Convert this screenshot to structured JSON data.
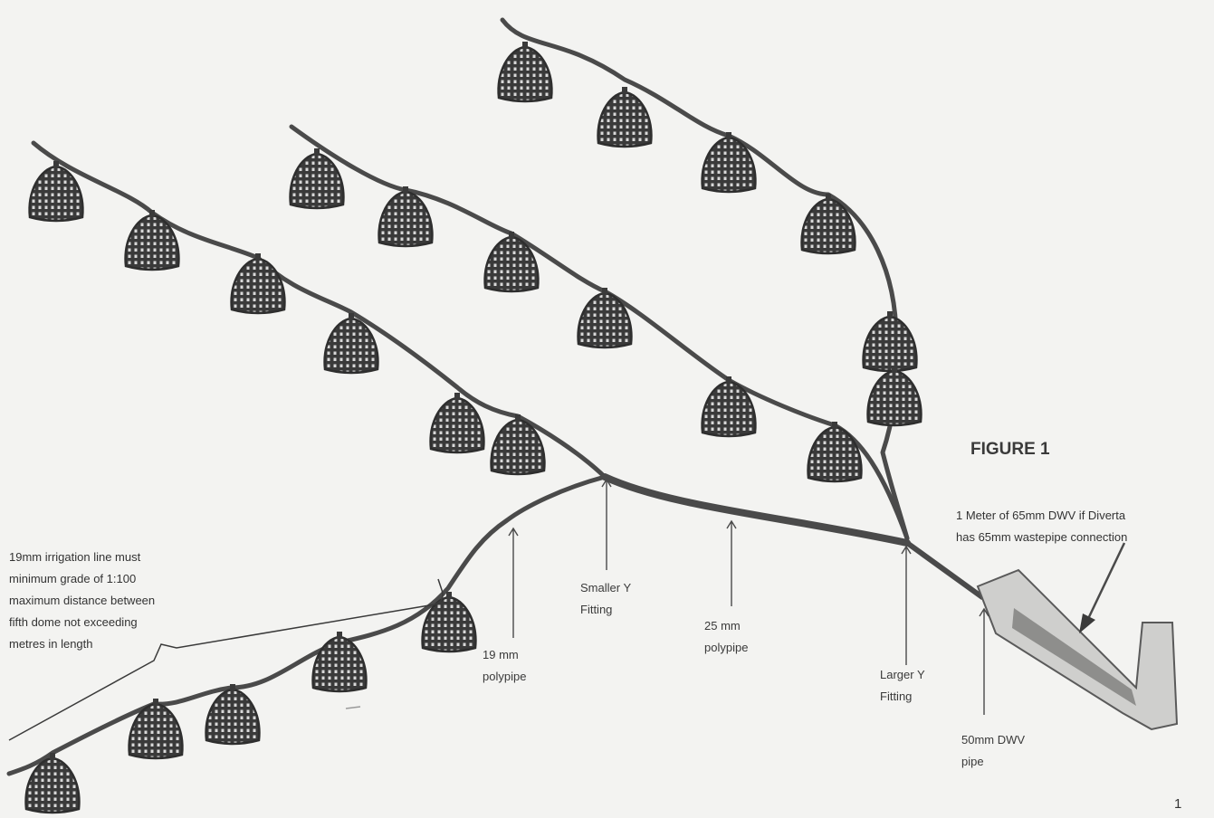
{
  "figure_title": "FIGURE 1",
  "page_number": "1",
  "note_irrigation": [
    "19mm irrigation line must",
    "minimum grade of 1:100",
    "maximum distance between",
    "fifth dome not exceeding",
    "metres in length"
  ],
  "note_wastepipe": [
    "1 Meter of 65mm DWV if Diverta",
    "has 65mm wastepipe connection"
  ],
  "labels": {
    "poly19": [
      "19 mm",
      "polypipe"
    ],
    "smaller_y": [
      "Smaller Y",
      "Fitting"
    ],
    "poly25": [
      "25 mm",
      "polypipe"
    ],
    "larger_y": [
      "Larger Y",
      "Fitting"
    ],
    "dwv50": [
      "50mm DWV",
      "pipe"
    ]
  },
  "colors": {
    "pipe": "#4a4a4a",
    "dome": "#3d3d3d",
    "background": "#f3f3f1"
  }
}
